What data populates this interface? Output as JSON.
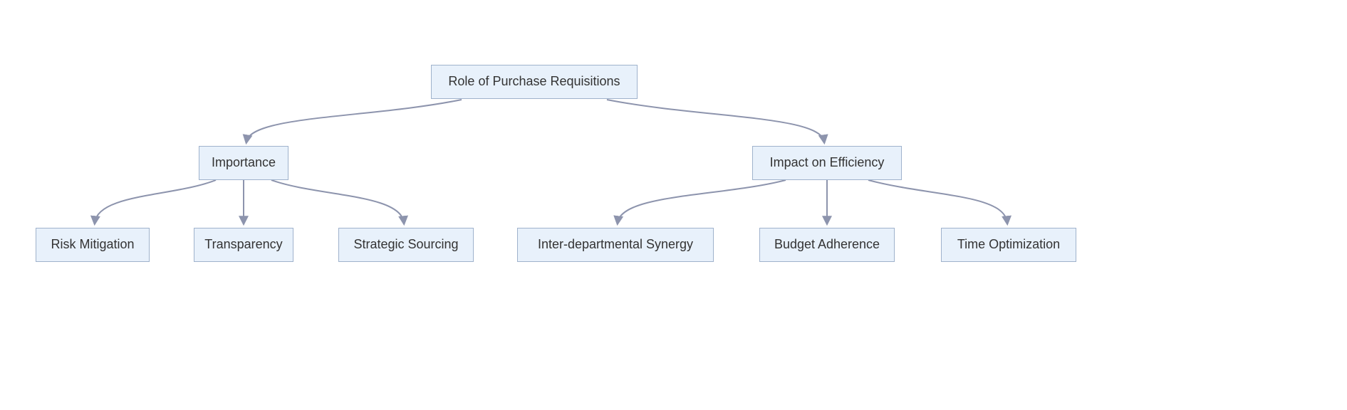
{
  "diagram": {
    "type": "flowchart-tree",
    "root": {
      "label": "Role of Purchase Requisitions"
    },
    "branches": [
      {
        "label": "Importance",
        "children": [
          {
            "label": "Risk Mitigation"
          },
          {
            "label": "Transparency"
          },
          {
            "label": "Strategic Sourcing"
          }
        ]
      },
      {
        "label": "Impact on Efficiency",
        "children": [
          {
            "label": "Inter-departmental Synergy"
          },
          {
            "label": "Budget Adherence"
          },
          {
            "label": "Time Optimization"
          }
        ]
      }
    ],
    "edges": [
      {
        "from": "Role of Purchase Requisitions",
        "to": "Importance"
      },
      {
        "from": "Role of Purchase Requisitions",
        "to": "Impact on Efficiency"
      },
      {
        "from": "Importance",
        "to": "Risk Mitigation"
      },
      {
        "from": "Importance",
        "to": "Transparency"
      },
      {
        "from": "Importance",
        "to": "Strategic Sourcing"
      },
      {
        "from": "Impact on Efficiency",
        "to": "Inter-departmental Synergy"
      },
      {
        "from": "Impact on Efficiency",
        "to": "Budget Adherence"
      },
      {
        "from": "Impact on Efficiency",
        "to": "Time Optimization"
      }
    ],
    "colors": {
      "node_fill": "#e8f1fb",
      "node_border": "#9fb2cc",
      "edge": "#8d94ad",
      "text": "#333333",
      "background": "#ffffff"
    }
  }
}
